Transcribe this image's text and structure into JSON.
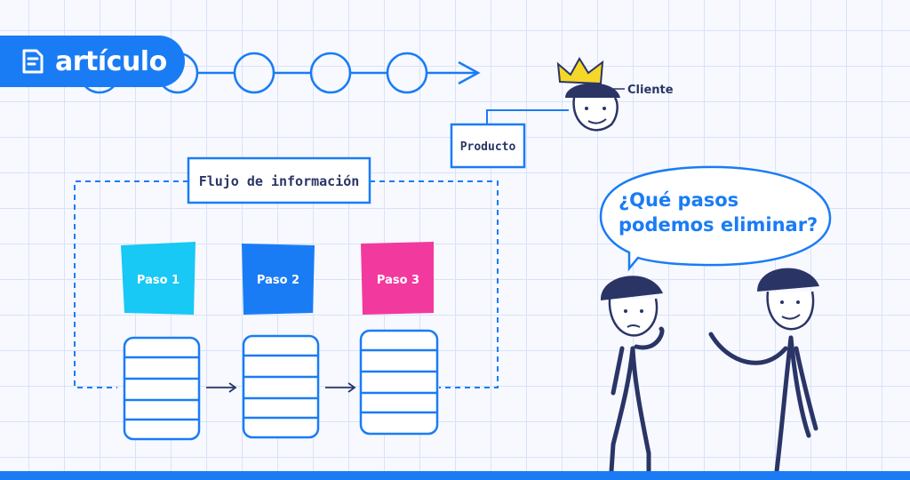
{
  "badge": {
    "label": "artículo",
    "icon": "document-icon"
  },
  "info_flow": {
    "label": "Flujo de información"
  },
  "product": {
    "label": "Producto"
  },
  "customer": {
    "label": "Cliente"
  },
  "steps": [
    {
      "label": "Paso 1",
      "color": "#18c8f5"
    },
    {
      "label": "Paso 2",
      "color": "#1a7cf5"
    },
    {
      "label": "Paso 3",
      "color": "#f2399e"
    }
  ],
  "speech": {
    "line1": "¿Qué pasos",
    "line2": "podemos eliminar?"
  },
  "colors": {
    "accent": "#1a7cf5",
    "navy": "#2a3566",
    "gold": "#f5d72a"
  }
}
